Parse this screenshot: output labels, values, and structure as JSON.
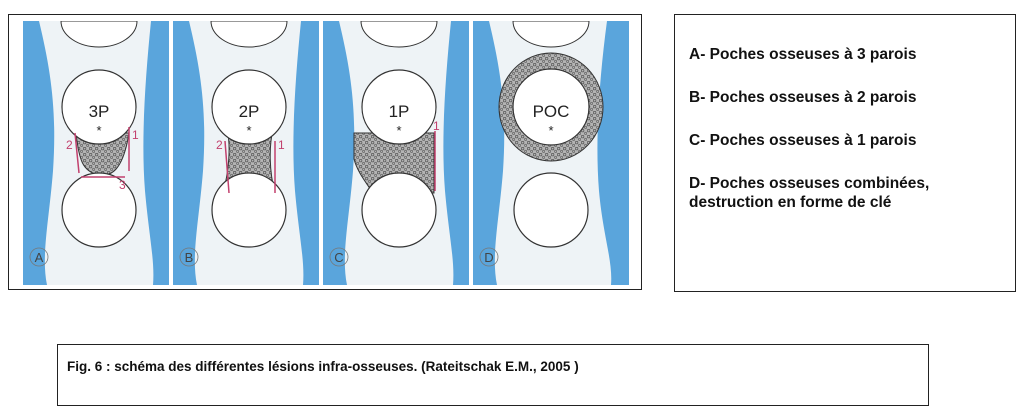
{
  "panels": [
    {
      "letter": "A",
      "tooth_label": "3P",
      "wall_labels": [
        "2",
        "1",
        "3"
      ]
    },
    {
      "letter": "B",
      "tooth_label": "2P",
      "wall_labels": [
        "2",
        "1"
      ]
    },
    {
      "letter": "C",
      "tooth_label": "1P",
      "wall_labels": [
        "1"
      ]
    },
    {
      "letter": "D",
      "tooth_label": "POC",
      "wall_labels": []
    }
  ],
  "marker": "*",
  "legend": [
    {
      "text": "A- Poches osseuses à 3 parois"
    },
    {
      "text": "B- Poches osseuses à 2 parois"
    },
    {
      "text": "C- Poches osseuses à 1 parois"
    },
    {
      "text": "D- Poches osseuses combinées,\ndestruction en forme de clé"
    }
  ],
  "caption": "Fig. 6 : schéma des différentes lésions infra-osseuses. (Rateitschak E.M., 2005 )",
  "colors": {
    "bone": "#5aa5dc",
    "background": "#eef3f6",
    "lesion": "#a7a7a7",
    "wall_line": "#c2416e",
    "tooth": "#ffffff"
  }
}
